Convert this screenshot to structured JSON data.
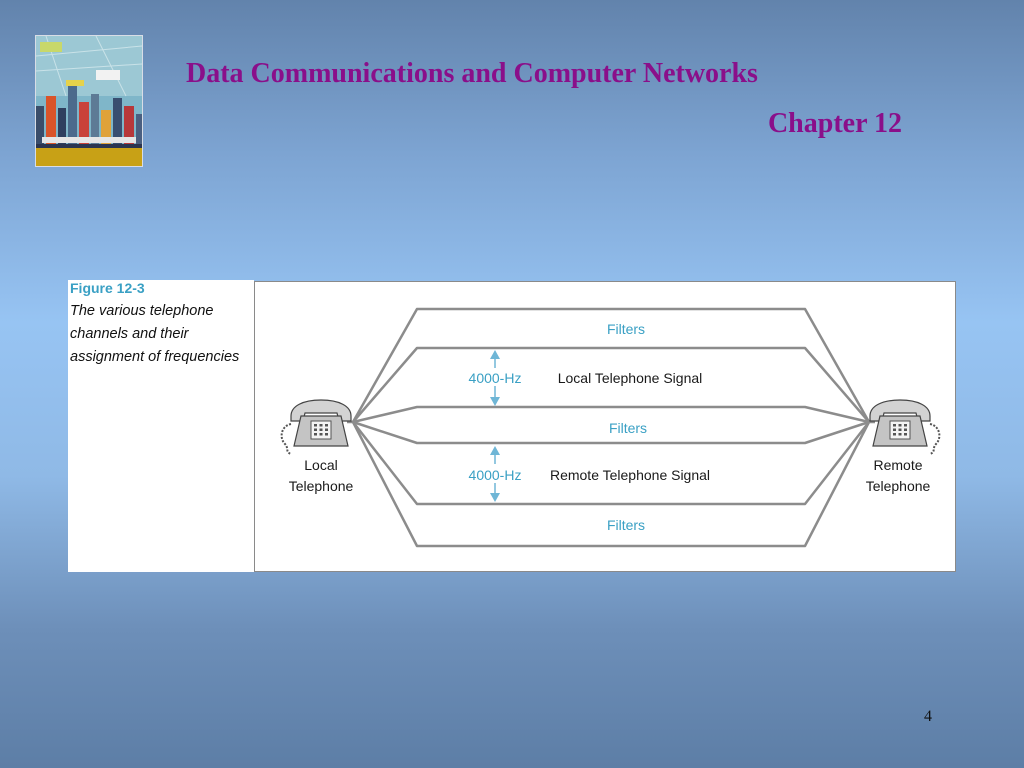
{
  "header": {
    "title": "Data Communications and Computer Networks",
    "chapter": "Chapter 12"
  },
  "figure": {
    "label": "Figure 12-3",
    "caption": "The various telephone channels and their assignment of frequencies"
  },
  "diagram": {
    "left_phone_label_line1": "Local",
    "left_phone_label_line2": "Telephone",
    "right_phone_label_line1": "Remote",
    "right_phone_label_line2": "Telephone",
    "channels": {
      "top_filter": "Filters",
      "local_bandwidth": "4000-Hz",
      "local_signal": "Local Telephone Signal",
      "middle_filter": "Filters",
      "remote_bandwidth": "4000-Hz",
      "remote_signal": "Remote Telephone Signal",
      "bottom_filter": "Filters"
    },
    "colors": {
      "line": "#8c8c8c",
      "filter_text": "#3aa0c4",
      "arrow": "#6fb6d6",
      "signal_text": "#1a1a1a"
    }
  },
  "slide": {
    "page_number": "4"
  },
  "colors": {
    "title": "#8a0f8a",
    "figure_label": "#3aa0c4"
  }
}
